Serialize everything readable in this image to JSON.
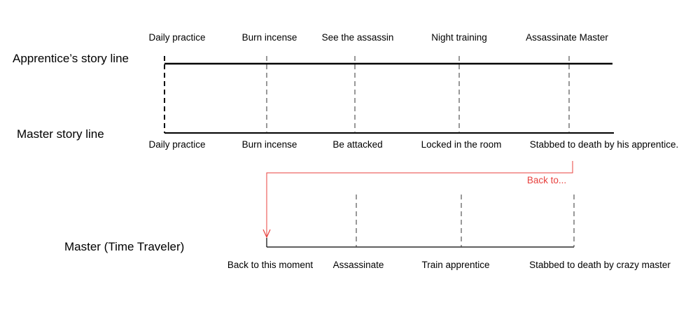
{
  "colors": {
    "line": "#000000",
    "dash": "#333333",
    "back": "#e8413e",
    "text": "#000000"
  },
  "apprentice": {
    "title": "Apprentice’s story line",
    "events": [
      "Daily practice",
      "Burn incense",
      "See the assassin",
      "Night training",
      "Assassinate Master"
    ]
  },
  "master": {
    "title": "Master story line",
    "events": [
      "Daily practice",
      "Burn incense",
      "Be attacked",
      "Locked in the room",
      "Stabbed to death by his apprentice."
    ]
  },
  "back_link": {
    "label": "Back to..."
  },
  "time_traveler": {
    "title": "Master (Time Traveler)",
    "events": [
      "Back to this moment",
      "Assassinate",
      "Train apprentice",
      "Stabbed to death by crazy master"
    ]
  }
}
